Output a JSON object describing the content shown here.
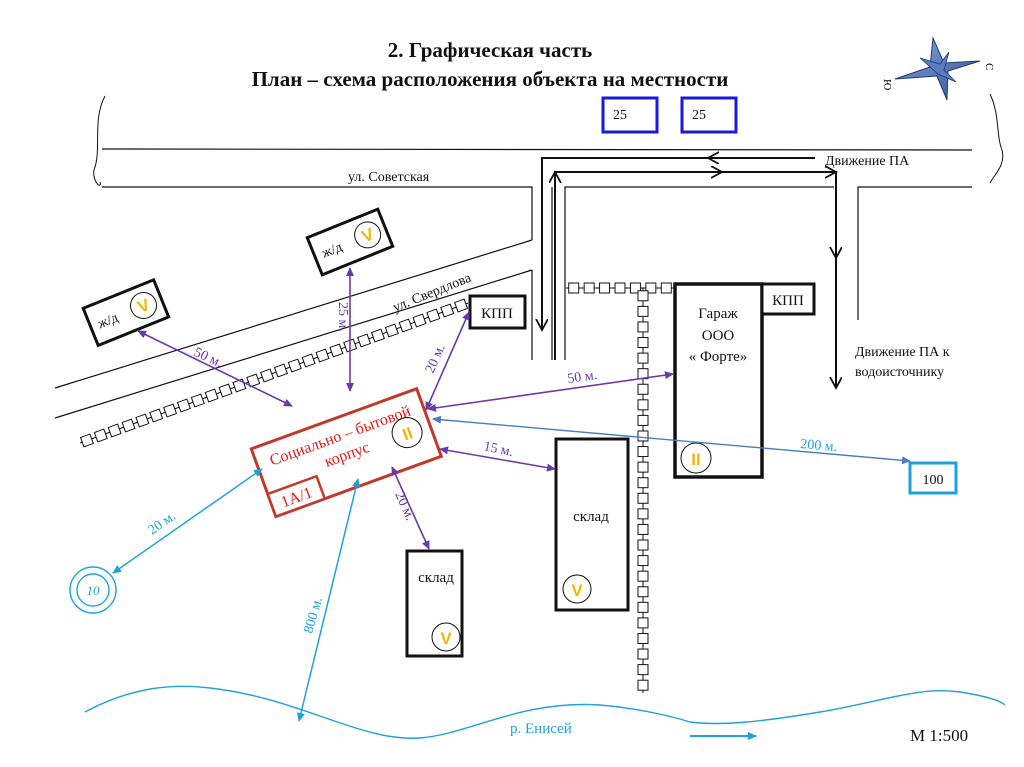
{
  "title": {
    "line1": "2. Графическая часть",
    "line2": "План – схема расположения объекта на местности"
  },
  "compass": {
    "north_label": "С",
    "south_label": "Ю"
  },
  "hydrants": [
    {
      "label": "25",
      "color": "#1a1adc"
    },
    {
      "label": "25",
      "color": "#1a1adc"
    }
  ],
  "streets": {
    "sovetskaya": "ул. Советская",
    "sverdlova": "ул. Свердлова"
  },
  "traffic": {
    "movement_label": "Движение ПА",
    "to_water_label_line1": "Движение ПА к",
    "to_water_label_line2": "водоисточнику"
  },
  "buildings": {
    "residential_1": {
      "label": "ж/д",
      "fire_class": "V"
    },
    "residential_2": {
      "label": "ж/д",
      "fire_class": "V"
    },
    "checkpoint_1": {
      "label": "КПП"
    },
    "checkpoint_2": {
      "label": "КПП"
    },
    "main": {
      "label_line1": "Социально – бытовой",
      "label_line2": "корпус",
      "fire_class": "II",
      "category": "1А/1",
      "color": "#c0392b"
    },
    "garage": {
      "label_line1": "Гараж",
      "label_line2": "ООО",
      "label_line3": "« Форте»",
      "fire_class": "II"
    },
    "warehouse_1": {
      "label": "склад",
      "fire_class": "V"
    },
    "warehouse_2": {
      "label": "склад",
      "fire_class": "V"
    }
  },
  "water_sources": {
    "hydrant_100": {
      "label": "100",
      "color": "#1ea3d8"
    },
    "reservoir_10": {
      "label": "10",
      "color": "#1ea3d8"
    }
  },
  "distances": {
    "to_residential_1": "50 м.",
    "to_residential_2": "25 м.",
    "to_checkpoint": "20 м.",
    "to_garage": "50 м.",
    "to_hydrant_100": "200 м.",
    "to_warehouse_2": "15 м.",
    "to_warehouse_1": "20 м.",
    "to_reservoir": "20 м.",
    "to_river": "800 м."
  },
  "river": {
    "label": "р. Енисей",
    "color": "#1ea3d8"
  },
  "scale": {
    "label": "М 1:500"
  },
  "colors": {
    "purple": "#6a3aa8",
    "cyan": "#1ea3d8",
    "steel_blue": "#4a7cc0",
    "class_yellow": "#f2b705"
  }
}
